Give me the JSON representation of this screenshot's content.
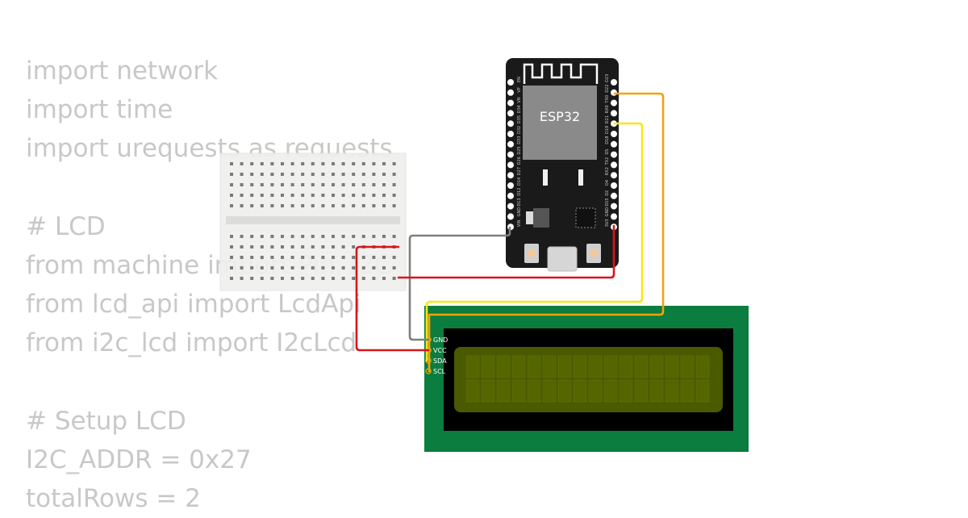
{
  "code_lines": [
    "import network",
    "import time",
    "import urequests as requests",
    "",
    "# LCD",
    "from machine import Pin, I2C",
    "from lcd_api import LcdApi",
    "from i2c_lcd import I2cLcd",
    "",
    "# Setup LCD",
    "I2C_ADDR = 0x27",
    "totalRows = 2"
  ],
  "esp32": {
    "label": "ESP32",
    "left_pins": [
      "EN",
      "VP",
      "VN",
      "D34",
      "D35",
      "D32",
      "D33",
      "D25",
      "D26",
      "D27",
      "D14",
      "D12",
      "D13",
      "GND",
      "VIN"
    ],
    "right_pins": [
      "D23",
      "D22",
      "TX0",
      "RX0",
      "D21",
      "D19",
      "D18",
      "D5",
      "TX2",
      "RX2",
      "D4",
      "D2",
      "D15",
      "GND",
      "3V3"
    ]
  },
  "lcd": {
    "pins": [
      "GND",
      "VCC",
      "SDA",
      "SCL"
    ]
  },
  "colors": {
    "code_text": "#c8c8c8",
    "pcb_black": "#1a1a1a",
    "chip": "#8a8a8a",
    "lcd_pcb": "#0b7d3e",
    "lcd_screen": "#4a5a00",
    "wire_red": "#d9141b",
    "wire_gray": "#7f7f7f",
    "wire_yellow": "#f5e71a",
    "wire_orange": "#f5a20b",
    "breadboard": "#efefed"
  }
}
